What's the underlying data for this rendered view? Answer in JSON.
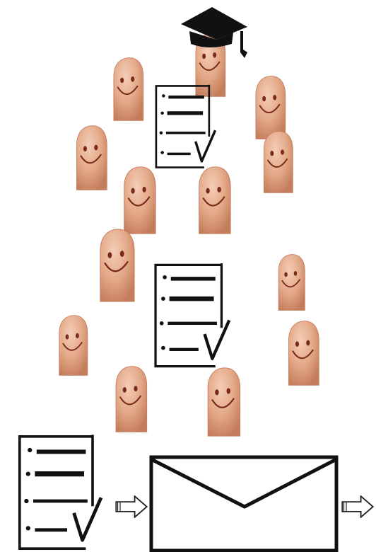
{
  "colors": {
    "background": "#ffffff",
    "ink": "#111111",
    "finger_skin": "#e3a887",
    "finger_shadow": "#c47d5c",
    "finger_highlight": "#f4cdb6",
    "face_ink": "#7a2a18",
    "cap": "#111111"
  },
  "groups": [
    {
      "name": "group-with-lead",
      "has_lead_cap": true,
      "finger_count": 7
    },
    {
      "name": "group-plain",
      "has_lead_cap": false,
      "finger_count": 6
    }
  ],
  "flow": {
    "steps": [
      "checklist-icon",
      "arrow-icon",
      "envelope-icon",
      "arrow-icon"
    ]
  }
}
